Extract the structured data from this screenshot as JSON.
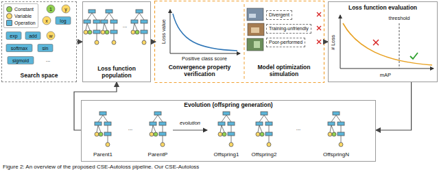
{
  "diagram": {
    "caption": "Figure 2: An overview of the proposed CSE-Autoloss pipeline. Our CSE-Autoloss",
    "nodes": [
      {
        "text": [
          "Search space"
        ]
      },
      {
        "text": [
          "Loss function population"
        ]
      },
      {
        "text": [
          "Convergence property verification"
        ]
      },
      {
        "text": [
          "Model optimization simulation"
        ]
      },
      {
        "text": [
          "Divergent"
        ],
        "in": 3
      },
      {
        "text": [
          "Training-unfriendly"
        ],
        "in": 3
      },
      {
        "text": [
          "Poor-performed"
        ],
        "in": 3
      },
      {
        "text": [
          "Loss function evaluation"
        ]
      },
      {
        "text": [
          "Evolution (offspring generation)"
        ]
      }
    ],
    "edges": [
      {
        "from": 0,
        "to": 1,
        "arrow": "to"
      },
      {
        "from": 1,
        "to": 2,
        "arrow": "to"
      },
      {
        "from": 3,
        "to": 7,
        "arrow": "to"
      },
      {
        "from": 7,
        "to": 8,
        "arrow": "to"
      },
      {
        "from": 8,
        "to": 1,
        "arrow": "to"
      }
    ],
    "labels": [
      "1",
      "y",
      "x",
      "log",
      "exp",
      "add",
      "w",
      "softmax",
      "sin",
      "sigmoid",
      "...",
      "...",
      "Loss value",
      "Positive class score",
      "# Loss",
      "threshold",
      "mAP",
      "Parent1",
      "...",
      "ParentP",
      "evolution",
      "Offspring1",
      "Offspring2",
      "...",
      "OffspringN"
    ],
    "legend": [
      {
        "text": "Constant",
        "color": "#92d050"
      },
      {
        "text": "Variable",
        "color": "#ffd966"
      },
      {
        "text": "Operation",
        "color": "#5bb5d9"
      }
    ]
  }
}
